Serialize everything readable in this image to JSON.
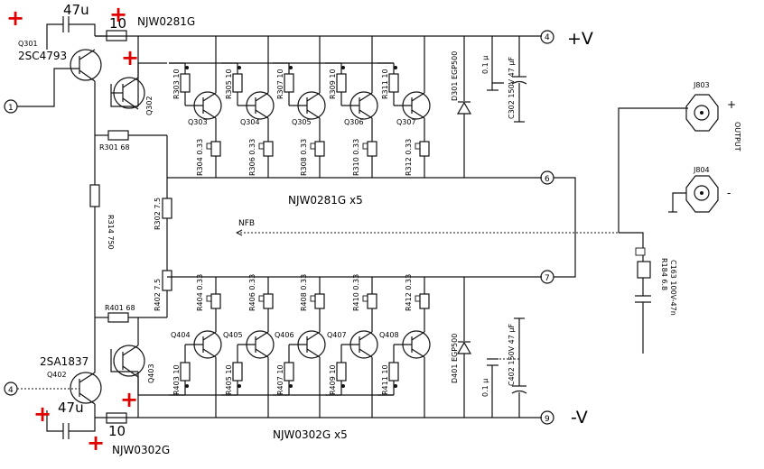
{
  "labels": {
    "top_rail": "+V",
    "bottom_rail": "-V",
    "top_cap": "47u",
    "top_res": "10",
    "top_driver_part": "NJW0281G",
    "top_q301_ref": "Q301",
    "top_q301_part": "2SC4793",
    "q302_ref": "Q302",
    "r301": "R301 68",
    "r314": "R314 750",
    "r302": "R302 7.5",
    "r402": "R402 7.5",
    "r401": "R401 68",
    "q402_part": "2SA1837",
    "q402_ref": "Q402",
    "q403_ref": "Q403",
    "bottom_cap": "47u",
    "bottom_res": "10",
    "bottom_driver_part": "NJW0302G",
    "top_array_part": "NJW0281G x5",
    "bottom_array_part": "NJW0302G x5",
    "nfb": "NFB",
    "d301": "D301 EGP500",
    "d401": "D401 EGP500",
    "c301": "0.1 μ",
    "c302": "C302 150V 47 μF",
    "c401": "0.1 μ",
    "c402": "C402 150V 47 μF",
    "j803": "J803",
    "j804": "J804",
    "output": "OUTPUT",
    "out_plus": "+",
    "out_minus": "-",
    "r184": "R184 6.8",
    "c163": "C163 100V-47n",
    "node1": "1",
    "node4_left": "4",
    "node4_right": "4",
    "node6": "6",
    "node7": "7",
    "node9": "9",
    "plus_mark": "+"
  },
  "top_stage": [
    {
      "q": "Q303",
      "rb": "R303 10",
      "re": "R304 0.33"
    },
    {
      "q": "Q304",
      "rb": "R305 10",
      "re": "R306 0.33"
    },
    {
      "q": "Q305",
      "rb": "R307 10",
      "re": "R308 0.33"
    },
    {
      "q": "Q306",
      "rb": "R309 10",
      "re": "R310 0.33"
    },
    {
      "q": "Q307",
      "rb": "R311 10",
      "re": "R312 0.33"
    }
  ],
  "bottom_stage": [
    {
      "q": "Q404",
      "rb": "R403 10",
      "re": "R404 0.33"
    },
    {
      "q": "Q405",
      "rb": "R405 10",
      "re": "R406 0.33"
    },
    {
      "q": "Q406",
      "rb": "R407 10",
      "re": "R408 0.33"
    },
    {
      "q": "Q407",
      "rb": "R409 10",
      "re": "R410 0.33"
    },
    {
      "q": "Q408",
      "rb": "R411 10",
      "re": "R412 0.33"
    }
  ],
  "colors": {
    "annotation": "#e00000",
    "wire": "#111111"
  }
}
